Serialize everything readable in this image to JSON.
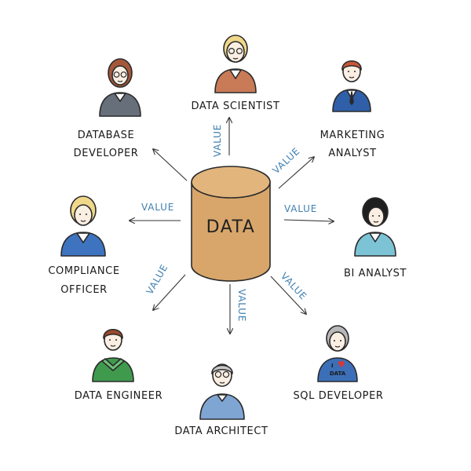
{
  "center": {
    "label": "DATA"
  },
  "edge_label": "VALUE",
  "roles": {
    "data_scientist": [
      "DATA SCIENTIST"
    ],
    "marketing_analyst": [
      "MARKETING",
      "ANALYST"
    ],
    "bi_analyst": [
      "BI ANALYST"
    ],
    "sql_developer": [
      "SQL DEVELOPER"
    ],
    "data_architect": [
      "DATA ARCHITECT"
    ],
    "data_engineer": [
      "DATA ENGINEER"
    ],
    "compliance_officer": [
      "COMPLIANCE",
      "OFFICER"
    ],
    "database_developer": [
      "DATABASE",
      "DEVELOPER"
    ]
  },
  "shirt_text": {
    "line1": "I",
    "line2": "DATA"
  },
  "colors": {
    "cylinder": "#d8a66b",
    "edge_label": "#3f7fb0",
    "heart": "#d23a3a"
  }
}
